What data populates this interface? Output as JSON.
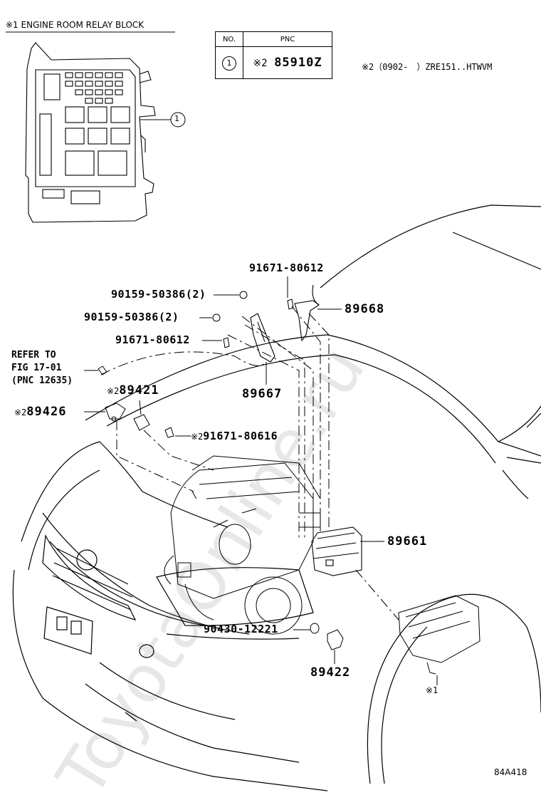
{
  "relay_block_title": "※1 ENGINE ROOM RELAY BLOCK",
  "pnc_table": {
    "header_no": "NO.",
    "header_pnc": "PNC",
    "row_no": "1",
    "row_pnc_mark": "※2",
    "row_pnc": "85910Z"
  },
  "footnote": "※2（0902-　）ZRE151..HTWVM",
  "callout_1": "1",
  "refer": {
    "line1": "REFER TO",
    "line2": "FIG 17-01",
    "line3": "(PNC 12635)"
  },
  "labels": {
    "p91671_80612_top": "91671-80612",
    "p90159_a": "90159-50386(2)",
    "p90159_b": "90159-50386(2)",
    "p91671_80612_mid": "91671-80612",
    "p89668": "89668",
    "p89667": "89667",
    "p89421_mark": "※2",
    "p89421": "89421",
    "p89426_mark": "※2",
    "p89426": "89426",
    "p91671_80616_mark": "※2",
    "p91671_80616": "91671-80616",
    "p89661": "89661",
    "p90430": "90430-12221",
    "p89422": "89422",
    "relay_ref": "※1"
  },
  "figure_code": "84A418",
  "watermark": "ToyotaOnline.ru"
}
